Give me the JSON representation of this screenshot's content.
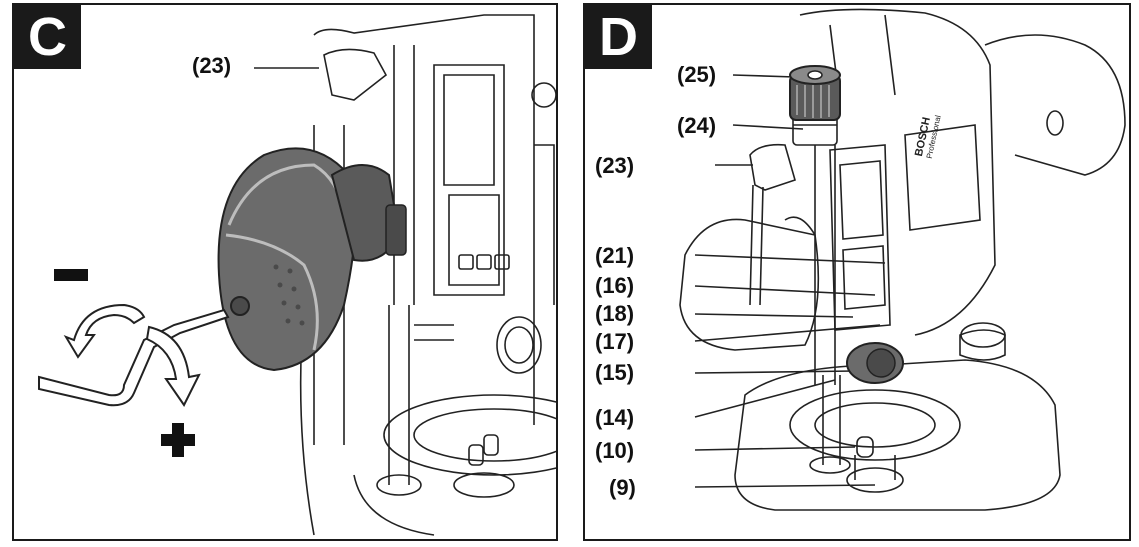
{
  "panels": [
    {
      "letter": "C"
    },
    {
      "letter": "D"
    }
  ],
  "panel_c": {
    "callouts": [
      {
        "ref": "(23)"
      }
    ],
    "adjust_decrease": "minus-sign",
    "adjust_increase": "plus-sign"
  },
  "panel_d": {
    "callouts": [
      {
        "ref": "(25)"
      },
      {
        "ref": "(24)"
      },
      {
        "ref": "(23)"
      },
      {
        "ref": "(21)"
      },
      {
        "ref": "(16)"
      },
      {
        "ref": "(18)"
      },
      {
        "ref": "(17)"
      },
      {
        "ref": "(15)"
      },
      {
        "ref": "(14)"
      },
      {
        "ref": "(10)"
      },
      {
        "ref": "(9)"
      }
    ],
    "brand_text": "BOSCH",
    "brand_subtext": "Professional"
  },
  "colors": {
    "frame": "#1a1a1a",
    "knob": "#6b6b6b",
    "knob_dark": "#4a4a4a",
    "line": "#222222"
  }
}
